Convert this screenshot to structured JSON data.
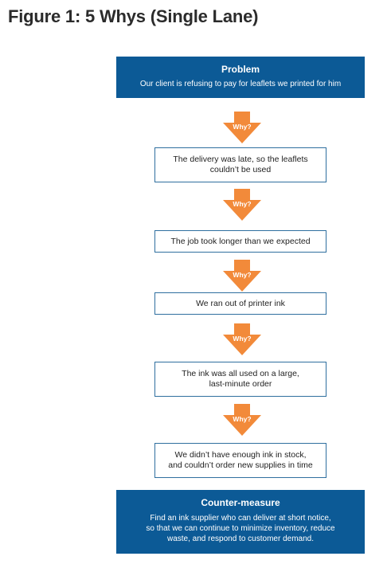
{
  "title": "Figure 1: 5 Whys (Single Lane)",
  "colors": {
    "box_blue": "#0c5a96",
    "arrow_orange": "#f28a3a",
    "box_border": "#2f6f9f"
  },
  "problem": {
    "heading": "Problem",
    "text": "Our client is refusing to pay for leaflets we printed for him"
  },
  "why_label": "Why?",
  "steps": [
    {
      "line1": "The delivery was late, so the leaflets",
      "line2": "couldn’t be used"
    },
    {
      "line1": "The job took longer than we expected",
      "line2": ""
    },
    {
      "line1": "We ran out of printer ink",
      "line2": ""
    },
    {
      "line1": "The ink was all used on a large,",
      "line2": "last-minute order"
    },
    {
      "line1": "We didn’t have enough ink in stock,",
      "line2": "and couldn’t order new supplies in time"
    }
  ],
  "countermeasure": {
    "heading": "Counter-measure",
    "line1": "Find an ink supplier who can deliver at short notice,",
    "line2": "so that we can continue to minimize inventory, reduce",
    "line3": "waste, and respond to customer demand."
  }
}
